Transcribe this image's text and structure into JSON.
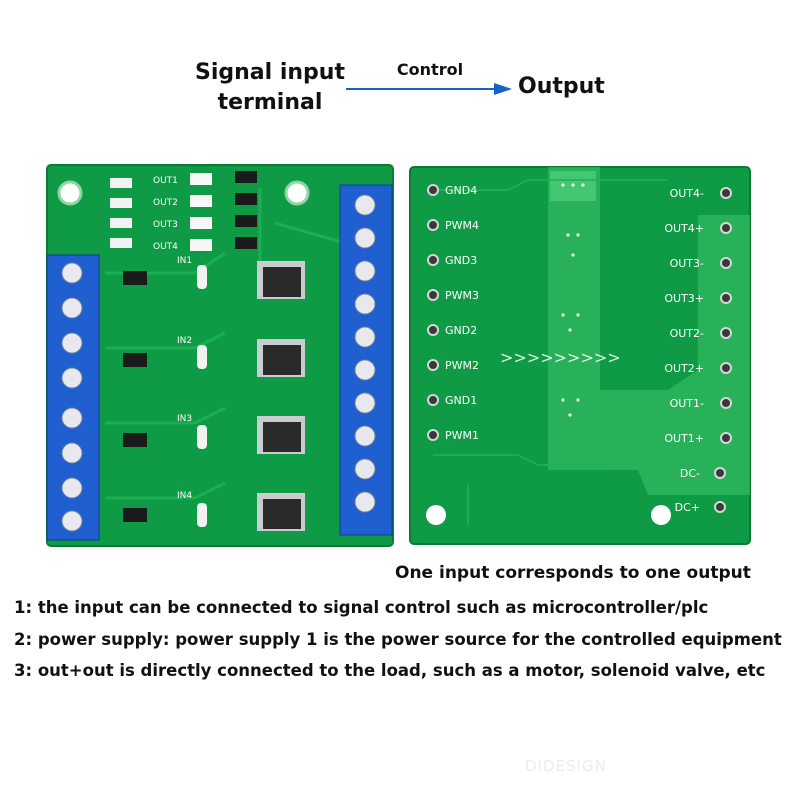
{
  "header": {
    "signal_line1": "Signal input",
    "signal_line2": "terminal",
    "control": "Control",
    "output": "Output"
  },
  "front_board": {
    "out_labels": [
      "OUT1",
      "OUT2",
      "OUT3",
      "OUT4"
    ],
    "in_labels": [
      "IN1",
      "IN2",
      "IN3",
      "IN4"
    ]
  },
  "back_board": {
    "left_labels": [
      "GND4",
      "PWM4",
      "GND3",
      "PWM3",
      "GND2",
      "PWM2",
      "GND1",
      "PWM1"
    ],
    "right_labels": [
      "OUT4-",
      "OUT4+",
      "OUT3-",
      "OUT3+",
      "OUT2-",
      "OUT2+",
      "OUT1-",
      "OUT1+",
      "DC-",
      "DC+"
    ]
  },
  "caption": "One input corresponds to one output",
  "notes": [
    "1: the input can be connected to signal control such as microcontroller/plc",
    "2: power supply: power supply 1 is the power source for the controlled equipment",
    "3: out+out is directly connected to the load, such as a motor, solenoid valve, etc"
  ],
  "watermark": "DIDESIGN",
  "colors": {
    "pcb_green": "#0f9b45",
    "pcb_light": "#3fc26a",
    "terminal_blue": "#1f5fd0",
    "arrow_blue": "#1565c0"
  }
}
